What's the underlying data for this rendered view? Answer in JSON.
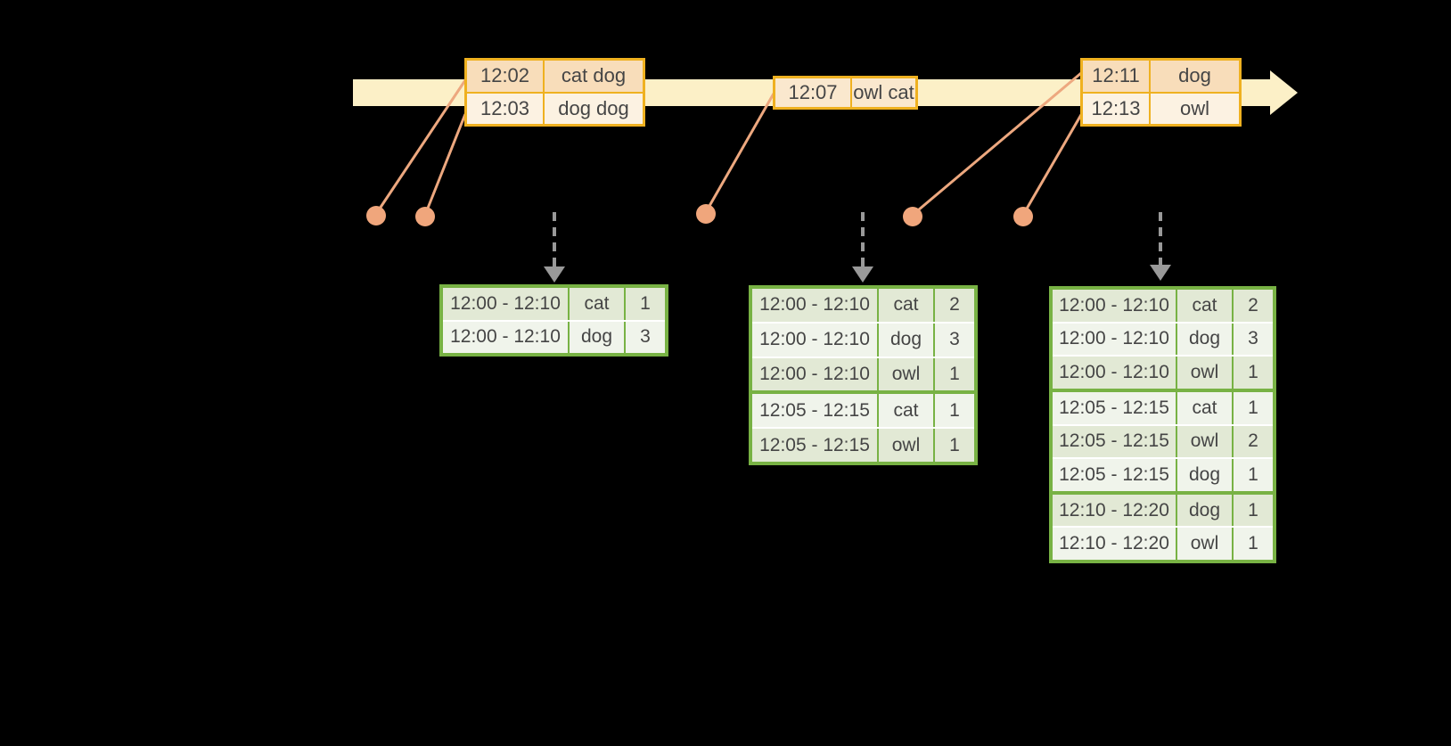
{
  "colors": {
    "background": "#000000",
    "timeline_fill": "#fcf0c7",
    "event_border": "#efb120",
    "event_row_dark": "#f8ddba",
    "event_row_light": "#fcf2e2",
    "event_row_single": "#fae8ce",
    "connector": "#eda87f",
    "dot": "#f0a67c",
    "result_border": "#78b244",
    "result_row_dark": "#e2e9d5",
    "result_row_light": "#f0f4eb",
    "dashed_arrow": "#999999",
    "text": "#454545"
  },
  "event_tables": [
    {
      "rows": [
        {
          "time": "12:02",
          "words": "cat dog"
        },
        {
          "time": "12:03",
          "words": "dog dog"
        }
      ]
    },
    {
      "rows": [
        {
          "time": "12:07",
          "words": "owl cat"
        }
      ]
    },
    {
      "rows": [
        {
          "time": "12:11",
          "words": "dog"
        },
        {
          "time": "12:13",
          "words": "owl"
        }
      ]
    }
  ],
  "result_tables": [
    {
      "rows": [
        {
          "window": "12:00 - 12:10",
          "word": "cat",
          "count": "1"
        },
        {
          "window": "12:00 - 12:10",
          "word": "dog",
          "count": "3"
        }
      ]
    },
    {
      "rows": [
        {
          "window": "12:00 - 12:10",
          "word": "cat",
          "count": "2"
        },
        {
          "window": "12:00 - 12:10",
          "word": "dog",
          "count": "3"
        },
        {
          "window": "12:00 - 12:10",
          "word": "owl",
          "count": "1"
        },
        {
          "window": "12:05 - 12:15",
          "word": "cat",
          "count": "1"
        },
        {
          "window": "12:05 - 12:15",
          "word": "owl",
          "count": "1"
        }
      ]
    },
    {
      "rows": [
        {
          "window": "12:00 - 12:10",
          "word": "cat",
          "count": "2"
        },
        {
          "window": "12:00 - 12:10",
          "word": "dog",
          "count": "3"
        },
        {
          "window": "12:00 - 12:10",
          "word": "owl",
          "count": "1"
        },
        {
          "window": "12:05 - 12:15",
          "word": "cat",
          "count": "1"
        },
        {
          "window": "12:05 - 12:15",
          "word": "owl",
          "count": "2"
        },
        {
          "window": "12:05 - 12:15",
          "word": "dog",
          "count": "1"
        },
        {
          "window": "12:10 - 12:20",
          "word": "dog",
          "count": "1"
        },
        {
          "window": "12:10 - 12:20",
          "word": "owl",
          "count": "1"
        }
      ]
    }
  ]
}
